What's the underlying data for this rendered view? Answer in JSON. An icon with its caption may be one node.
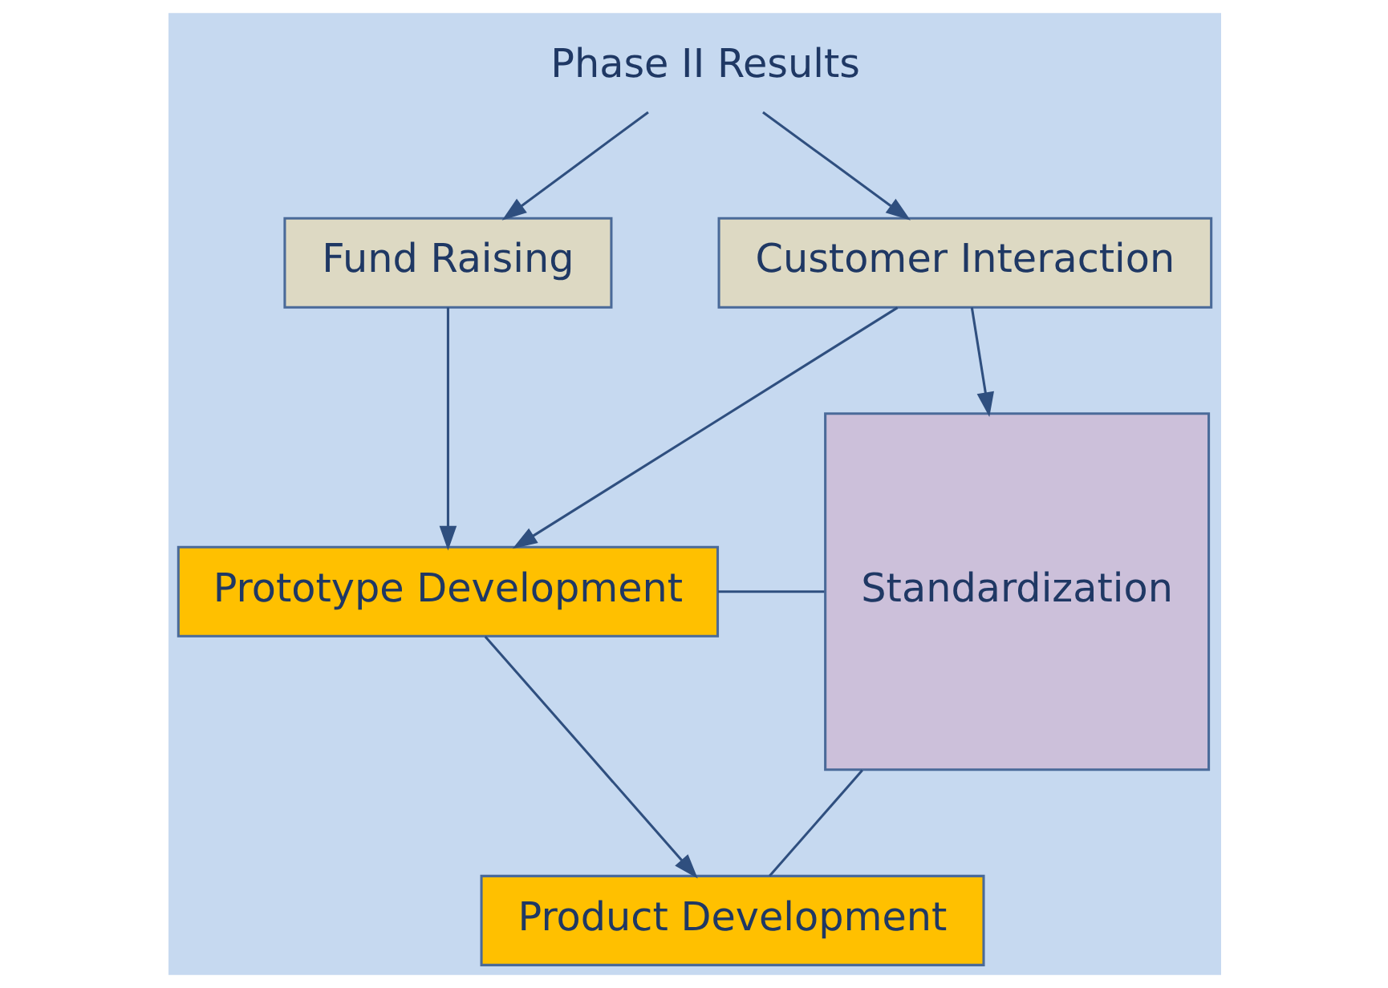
{
  "diagram": {
    "nodes": [
      {
        "text": [
          "Phase II Results"
        ]
      },
      {
        "text": [
          "Fund Raising"
        ]
      },
      {
        "text": [
          "Customer Interaction"
        ]
      },
      {
        "text": [
          "Prototype Development"
        ]
      },
      {
        "text": [
          "Product Development"
        ]
      },
      {
        "text": [
          "Standardization"
        ]
      }
    ],
    "edges": [
      {
        "from": 0,
        "to": 1,
        "arrow": "to"
      },
      {
        "from": 0,
        "to": 2,
        "arrow": "to"
      },
      {
        "from": 1,
        "to": 3,
        "arrow": "to"
      },
      {
        "from": 2,
        "to": 3,
        "arrow": "to"
      },
      {
        "from": 2,
        "to": 5,
        "arrow": "to"
      },
      {
        "from": 3,
        "to": 4,
        "arrow": "to"
      },
      {
        "from": 3,
        "to": 5,
        "arrow": "none"
      },
      {
        "from": 4,
        "to": 5,
        "arrow": "none"
      }
    ]
  }
}
